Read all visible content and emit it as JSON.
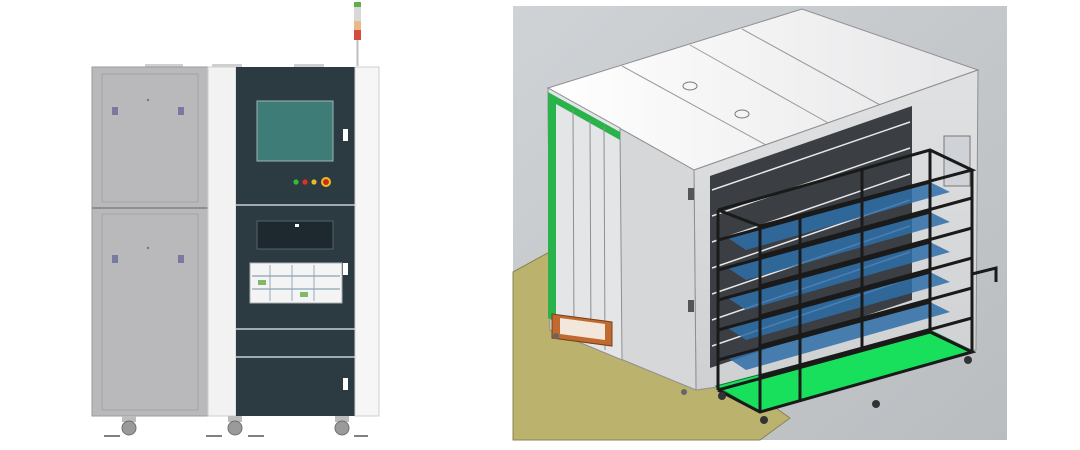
{
  "figure": {
    "panels": [
      {
        "id": "front-view",
        "kind": "cad-front-elevation"
      },
      {
        "id": "isometric-view",
        "kind": "cad-isometric-render"
      }
    ]
  },
  "colors": {
    "background": "#ffffff",
    "cabinet_gray": "#b9b9bb",
    "cabinet_white": "#f2f2f2",
    "control_panel": "#2c3a42",
    "screen": "#3e7d77",
    "render_bg": "#c3c7ca",
    "floor": "#bbb26e",
    "rack_frame": "#1a1a1a",
    "rack_base": "#19e05c",
    "accent_green": "#2ab34a",
    "accent_copper": "#c06a30",
    "indicator_red": "#e03020",
    "indicator_yellow": "#e0c020",
    "indicator_green": "#2fbf3a"
  }
}
